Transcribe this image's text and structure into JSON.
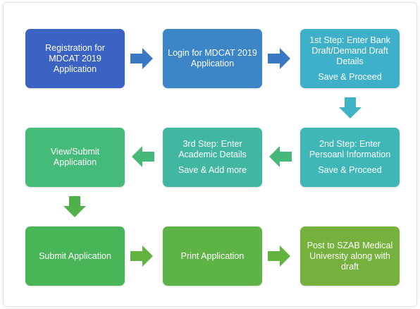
{
  "colors": {
    "step1": "#3b63c4",
    "step2": "#3c86c8",
    "step3": "#3fb0c9",
    "step4": "#3fb7b8",
    "step5": "#41b7a2",
    "step6": "#45bb79",
    "step7": "#48b557",
    "step8": "#5db346",
    "step9": "#76b13d",
    "arrow_row1": "#3a78c4",
    "arrow_down1": "#3fb4c4",
    "arrow_row2": "#45b97a",
    "arrow_down2": "#50b04a",
    "arrow_row3": "#62b340"
  },
  "steps": [
    {
      "text": "Registration for MDCAT 2019 Application",
      "sub": ""
    },
    {
      "text": "Login for MDCAT 2019 Application",
      "sub": ""
    },
    {
      "text": "1st Step: Enter Bank Draft/Demand Draft Details",
      "sub": "Save & Proceed"
    },
    {
      "text": "2nd Step: Enter Persoanl Information",
      "sub": "Save & Proceed"
    },
    {
      "text": "3rd Step: Enter Academic Details",
      "sub": "Save & Add more"
    },
    {
      "text": "View/Submit Application",
      "sub": ""
    },
    {
      "text": "Submit Application",
      "sub": ""
    },
    {
      "text": "Print Application",
      "sub": ""
    },
    {
      "text": "Post to SZAB Medical University along with draft",
      "sub": ""
    }
  ]
}
